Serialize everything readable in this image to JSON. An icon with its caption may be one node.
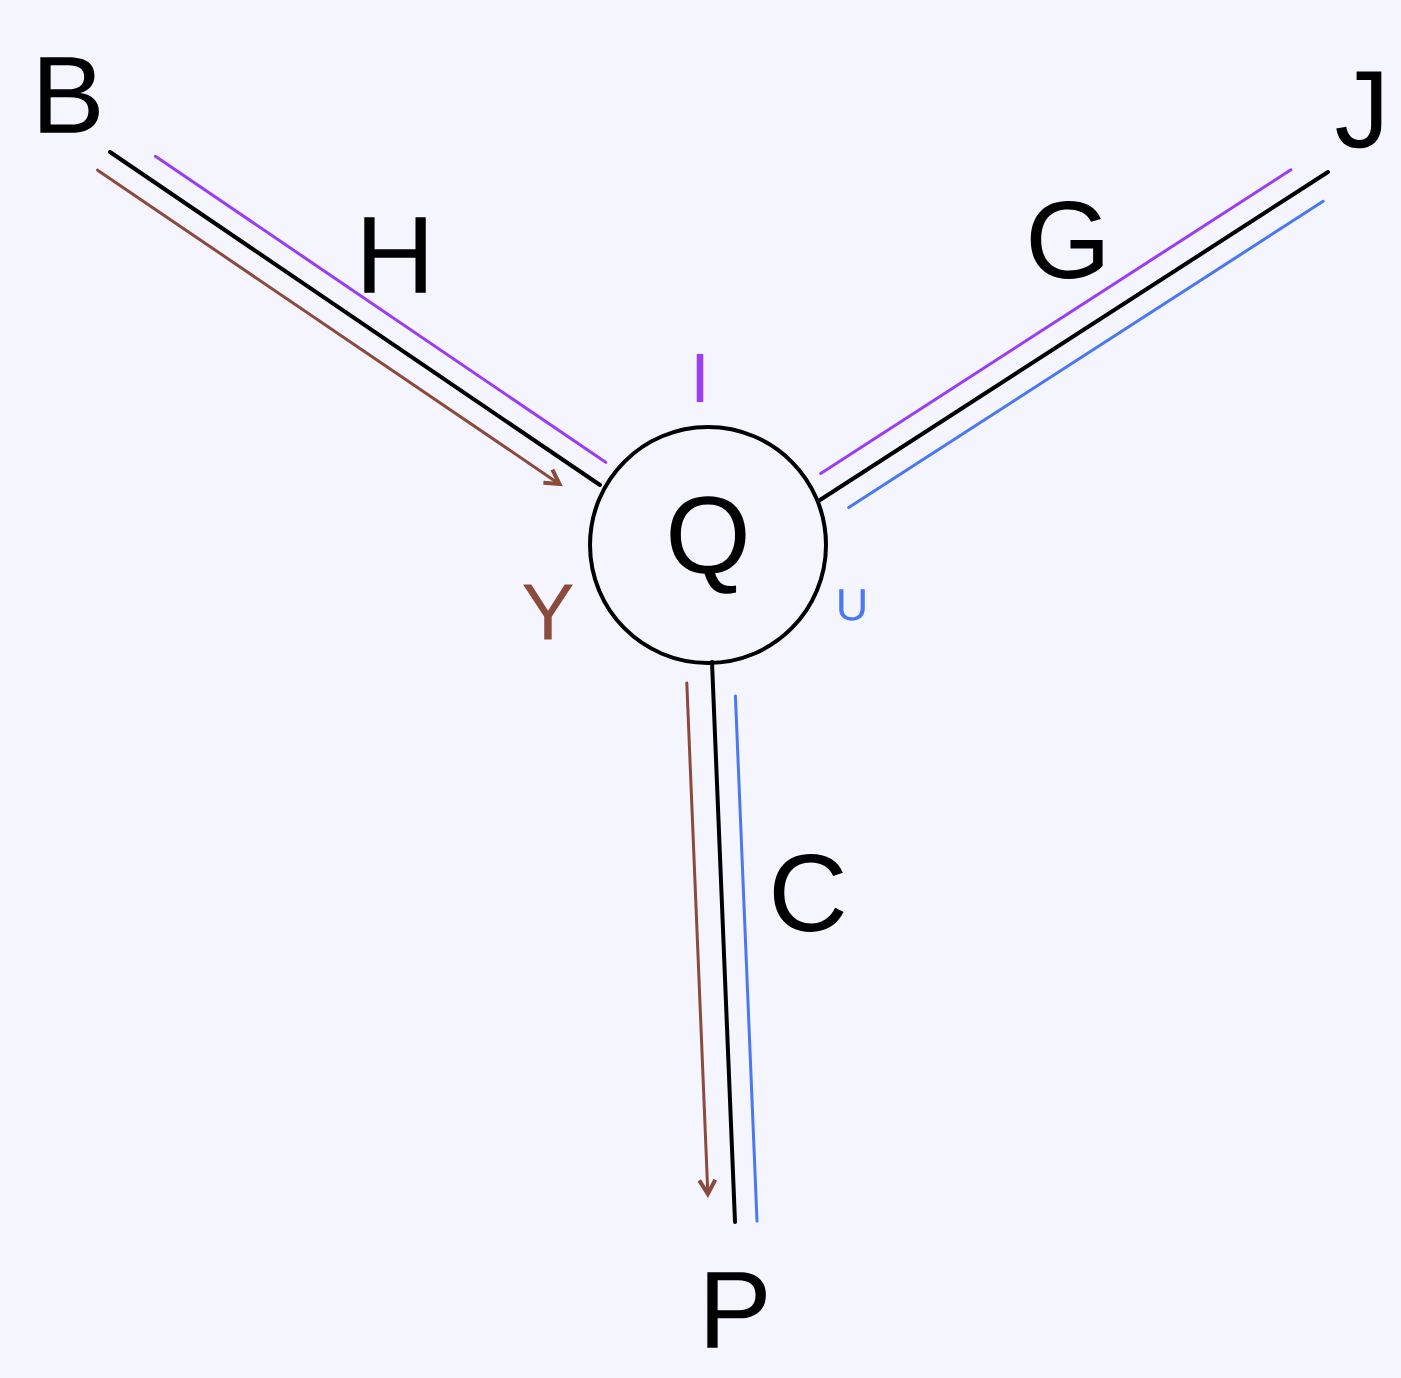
{
  "diagram": {
    "nodes": [
      {
        "text": [
          "B"
        ]
      },
      {
        "text": [
          "J"
        ]
      },
      {
        "text": [
          "Q"
        ]
      },
      {
        "text": [
          "P"
        ]
      }
    ],
    "edges": [
      {
        "from": 0,
        "to": 2,
        "arrow": "none",
        "label": "H"
      },
      {
        "from": 1,
        "to": 2,
        "arrow": "none",
        "label": "G"
      },
      {
        "from": 2,
        "to": 3,
        "arrow": "none",
        "label": "C"
      },
      {
        "from": 0,
        "to": 2,
        "arrow": "none",
        "color": "#9b3df0"
      },
      {
        "from": 2,
        "to": 1,
        "arrow": "none",
        "color": "#9b3df0"
      },
      {
        "from": 0,
        "to": 2,
        "arrow": "to",
        "color": "#8b4a3c"
      },
      {
        "from": 2,
        "to": 3,
        "arrow": "to",
        "color": "#8b4a3c"
      },
      {
        "from": 1,
        "to": 2,
        "arrow": "none",
        "color": "#4a78f0"
      },
      {
        "from": 2,
        "to": 3,
        "arrow": "none",
        "color": "#4a78f0"
      }
    ],
    "labels": [
      "I",
      "Y",
      "U"
    ]
  }
}
